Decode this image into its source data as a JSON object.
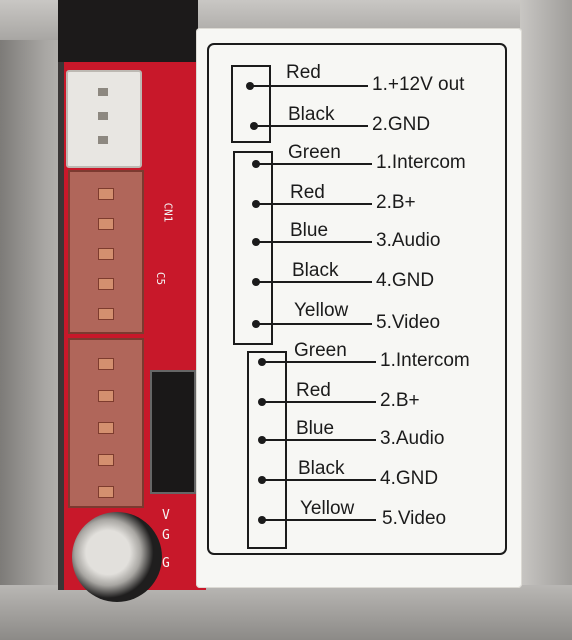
{
  "label": {
    "group_power": [
      {
        "wire": "Red",
        "pin": "1.+12V out"
      },
      {
        "wire": "Black",
        "pin": "2.GND"
      }
    ],
    "group_a": [
      {
        "wire": "Green",
        "pin": "1.Intercom"
      },
      {
        "wire": "Red",
        "pin": "2.B+"
      },
      {
        "wire": "Blue",
        "pin": "3.Audio"
      },
      {
        "wire": "Black",
        "pin": "4.GND"
      },
      {
        "wire": "Yellow",
        "pin": "5.Video"
      }
    ],
    "group_b": [
      {
        "wire": "Green",
        "pin": "1.Intercom"
      },
      {
        "wire": "Red",
        "pin": "2.B+"
      },
      {
        "wire": "Blue",
        "pin": "3.Audio"
      },
      {
        "wire": "Black",
        "pin": "4.GND"
      },
      {
        "wire": "Yellow",
        "pin": "5.Video"
      }
    ]
  },
  "board": {
    "silk_cn1": "CN1",
    "silk_c5": "C5",
    "silk_v": "V",
    "silk_g1": "G",
    "silk_g2": "G"
  }
}
